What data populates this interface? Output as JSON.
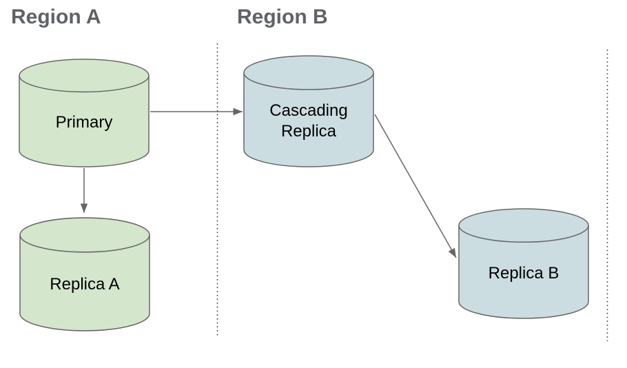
{
  "diagram": {
    "type": "database-replication-topology",
    "colors": {
      "background": "#ffffff",
      "region_label_text": "#5f6368",
      "node_label_text": "#000000",
      "node_stroke": "#666666",
      "arrow": "#666666",
      "divider_dots": "#424242",
      "green_node_fill": "#d4e6cc",
      "blue_node_fill": "#ccdde1"
    },
    "regions": [
      {
        "label": "Region A"
      },
      {
        "label": "Region B"
      }
    ],
    "nodes": [
      {
        "id": "primary",
        "label": "Primary",
        "region": "Region A",
        "fill_color": "#d4e6cc"
      },
      {
        "id": "replica-a",
        "label": "Replica A",
        "region": "Region A",
        "fill_color": "#d4e6cc"
      },
      {
        "id": "cascading-replica",
        "label": "Cascading Replica",
        "region": "Region B",
        "fill_color": "#ccdde1"
      },
      {
        "id": "replica-b",
        "label": "Replica B",
        "region": "Region B",
        "fill_color": "#ccdde1"
      }
    ],
    "edges": [
      {
        "from": "Primary",
        "to": "Cascading Replica"
      },
      {
        "from": "Primary",
        "to": "Replica A"
      },
      {
        "from": "Cascading Replica",
        "to": "Replica B"
      }
    ]
  }
}
